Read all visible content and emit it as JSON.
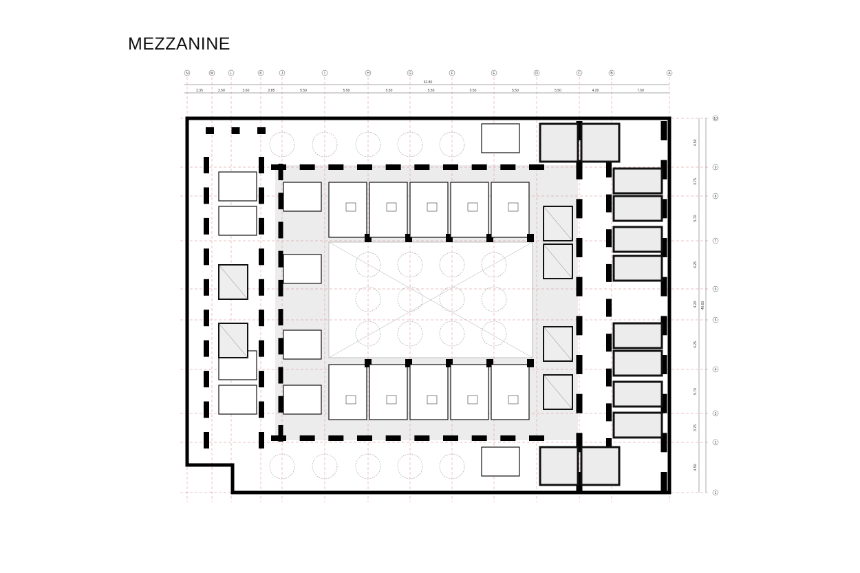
{
  "title": "MEZZANINE",
  "grid_columns": [
    "N",
    "M",
    "L",
    "K",
    "J",
    "I",
    "H",
    "G",
    "F",
    "E",
    "D",
    "C",
    "B",
    "A"
  ],
  "grid_rows": [
    "10",
    "9",
    "8",
    "7",
    "6",
    "5",
    "4",
    "3",
    "2",
    "1"
  ],
  "horizontal_dimensions": [
    "2.35",
    "2.50",
    "3.60",
    "2.85",
    "5.50",
    "5.50",
    "5.50",
    "5.50",
    "5.50",
    "5.50",
    "5.50",
    "4.20",
    "7.50"
  ],
  "horizontal_total": "62.80",
  "vertical_dimensions": [
    "4.50",
    "3.75",
    "5.70",
    "4.25",
    "4.20",
    "4.25",
    "5.70",
    "3.75",
    "4.50"
  ],
  "vertical_total": "40.60",
  "colors": {
    "wall": "#000000",
    "grid": "#d9828a",
    "floor": "#ececec"
  }
}
